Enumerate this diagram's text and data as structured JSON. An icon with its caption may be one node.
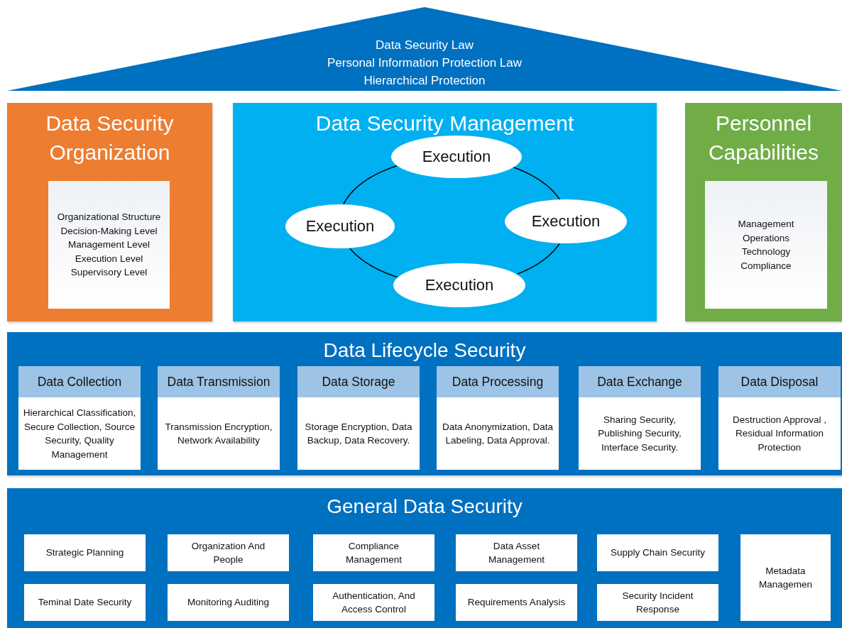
{
  "diagram": {
    "nodes": [
      {
        "text": [
          "Data Security Law",
          "Personal Information Protection Law",
          "Hierarchical Protection"
        ]
      },
      {
        "text": [
          "Data Security Organization"
        ]
      },
      {
        "text": [
          "Organizational Structure",
          "Decision-Making Level",
          "Management Level",
          "Execution Level",
          "Supervisory Level"
        ],
        "in": 1
      },
      {
        "text": [
          "Data Security  Management"
        ]
      },
      {
        "text": [
          "Execution"
        ],
        "in": 3
      },
      {
        "text": [
          "Execution"
        ],
        "in": 3
      },
      {
        "text": [
          "Execution"
        ],
        "in": 3
      },
      {
        "text": [
          "Execution"
        ],
        "in": 3
      },
      {
        "text": [
          "Personnel Capabilities"
        ]
      },
      {
        "text": [
          "Management",
          "Operations",
          "Technology",
          "Compliance"
        ],
        "in": 8
      },
      {
        "text": [
          "Data Lifecycle Security"
        ]
      },
      {
        "text": [
          "Data Collection",
          "Hierarchical Classification, Secure Collection, Source Security, Quality Management"
        ],
        "in": 10
      },
      {
        "text": [
          "Data Transmission",
          "Transmission Encryption, Network Availability"
        ],
        "in": 10
      },
      {
        "text": [
          "Data Storage",
          "Storage Encryption, Data Backup, Data Recovery."
        ],
        "in": 10
      },
      {
        "text": [
          "Data Processing",
          "Data Anonymization, Data Labeling, Data Approval."
        ],
        "in": 10
      },
      {
        "text": [
          "Data Exchange",
          "Sharing Security, Publishing Security, Interface Security."
        ],
        "in": 10
      },
      {
        "text": [
          "Data Disposal",
          "Destruction Approval , Residual Information Protection"
        ],
        "in": 10
      },
      {
        "text": [
          "General Data Security"
        ]
      },
      {
        "text": [
          "Strategic Planning"
        ],
        "in": 17
      },
      {
        "text": [
          "Organization And People"
        ],
        "in": 17
      },
      {
        "text": [
          "Compliance Management"
        ],
        "in": 17
      },
      {
        "text": [
          "Data Asset Management"
        ],
        "in": 17
      },
      {
        "text": [
          "Supply Chain Security"
        ],
        "in": 17
      },
      {
        "text": [
          "Metadata Managemen"
        ],
        "in": 17
      },
      {
        "text": [
          "Teminal Date Security"
        ],
        "in": 17
      },
      {
        "text": [
          "Monitoring Auditing"
        ],
        "in": 17
      },
      {
        "text": [
          "Authentication, And Access Control"
        ],
        "in": 17
      },
      {
        "text": [
          "Requirements Analysis"
        ],
        "in": 17
      },
      {
        "text": [
          "Security Incident Response"
        ],
        "in": 17
      }
    ],
    "edges": [
      {
        "from": 4,
        "to": 6,
        "arrow": "none"
      },
      {
        "from": 6,
        "to": 7,
        "arrow": "none"
      },
      {
        "from": 7,
        "to": 5,
        "arrow": "none"
      },
      {
        "from": 5,
        "to": 4,
        "arrow": "none"
      }
    ]
  }
}
